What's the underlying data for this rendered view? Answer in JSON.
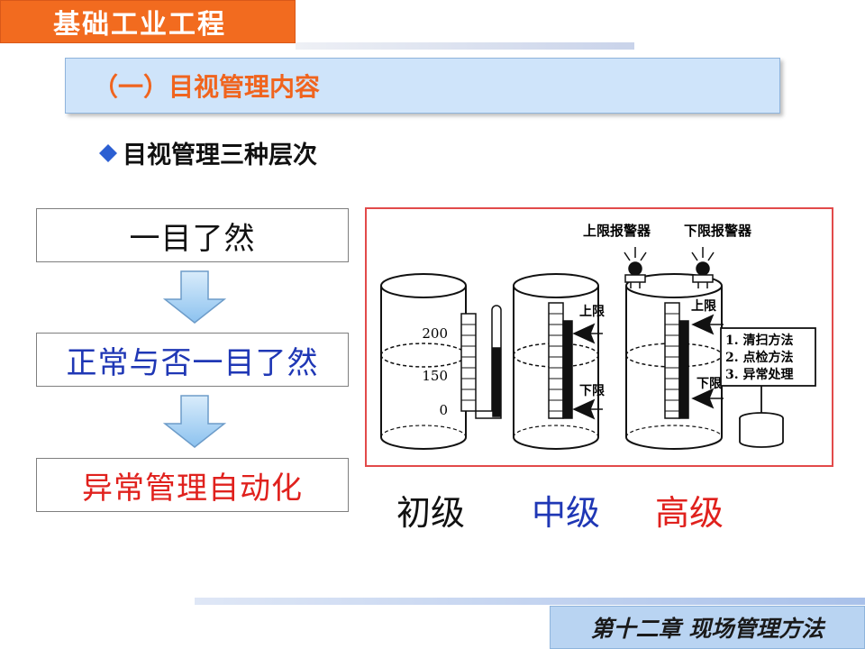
{
  "header": {
    "course_title": "基础工业工程",
    "section_title": "（一）目视管理内容",
    "bullet": "目视管理三种层次"
  },
  "flow": [
    {
      "label": "一目了然"
    },
    {
      "label": "正常与否一目了然"
    },
    {
      "label": "异常管理自动化"
    }
  ],
  "diagram": {
    "scale_labels": [
      "200",
      "150",
      "0"
    ],
    "upper_limit": "上限",
    "lower_limit": "下限",
    "upper_alarm": "上限报警器",
    "lower_alarm": "下限报警器",
    "procedures": [
      "1. 清扫方法",
      "2. 点检方法",
      "3. 异常处理"
    ],
    "levels": [
      "初级",
      "中级",
      "高级"
    ]
  },
  "footer": {
    "chapter": "第十二章 现场管理方法"
  },
  "colors": {
    "orange": "#f26b1f",
    "banner": "#cfe4fa",
    "blue_text": "#1f37b5",
    "red_text": "#e0211d",
    "diamond": "#2c5fd2"
  }
}
